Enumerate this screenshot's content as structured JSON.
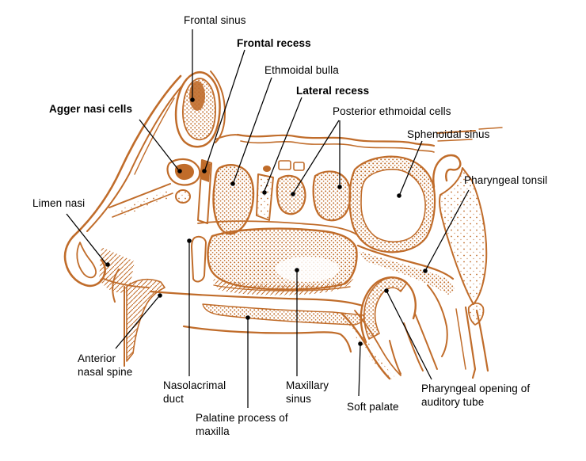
{
  "figure": {
    "type": "anatomical-line-drawing",
    "subject": "sagittal section of the lateral nasal wall, paranasal sinuses and nasopharynx",
    "ink_color": "#c06c2a",
    "leader_line_color": "#000000",
    "background_color": "#ffffff"
  },
  "labels": [
    {
      "id": "frontal-sinus",
      "text": "Frontal sinus",
      "bold": false
    },
    {
      "id": "frontal-recess",
      "text": "Frontal recess",
      "bold": true
    },
    {
      "id": "ethmoidal-bulla",
      "text": "Ethmoidal bulla",
      "bold": false
    },
    {
      "id": "lateral-recess",
      "text": "Lateral recess",
      "bold": true
    },
    {
      "id": "posterior-ethmoidal-cells",
      "text": "Posterior ethmoidal cells",
      "bold": false
    },
    {
      "id": "sphenoidal-sinus",
      "text": "Sphenoidal sinus",
      "bold": false
    },
    {
      "id": "pharyngeal-tonsil",
      "text": "Pharyngeal tonsil",
      "bold": false
    },
    {
      "id": "agger-nasi-cells",
      "text": "Agger nasi cells",
      "bold": true
    },
    {
      "id": "limen-nasi",
      "text": "Limen nasi",
      "bold": false
    },
    {
      "id": "anterior-nasal-spine",
      "text": "Anterior\nnasal spine",
      "bold": false
    },
    {
      "id": "nasolacrimal-duct",
      "text": "Nasolacrimal\nduct",
      "bold": false
    },
    {
      "id": "palatine-process",
      "text": "Palatine process of\nmaxilla",
      "bold": false
    },
    {
      "id": "maxillary-sinus",
      "text": "Maxillary\nsinus",
      "bold": false
    },
    {
      "id": "soft-palate",
      "text": "Soft palate",
      "bold": false
    },
    {
      "id": "pharyngeal-opening",
      "text": "Pharyngeal opening of\nauditory tube",
      "bold": false
    }
  ]
}
